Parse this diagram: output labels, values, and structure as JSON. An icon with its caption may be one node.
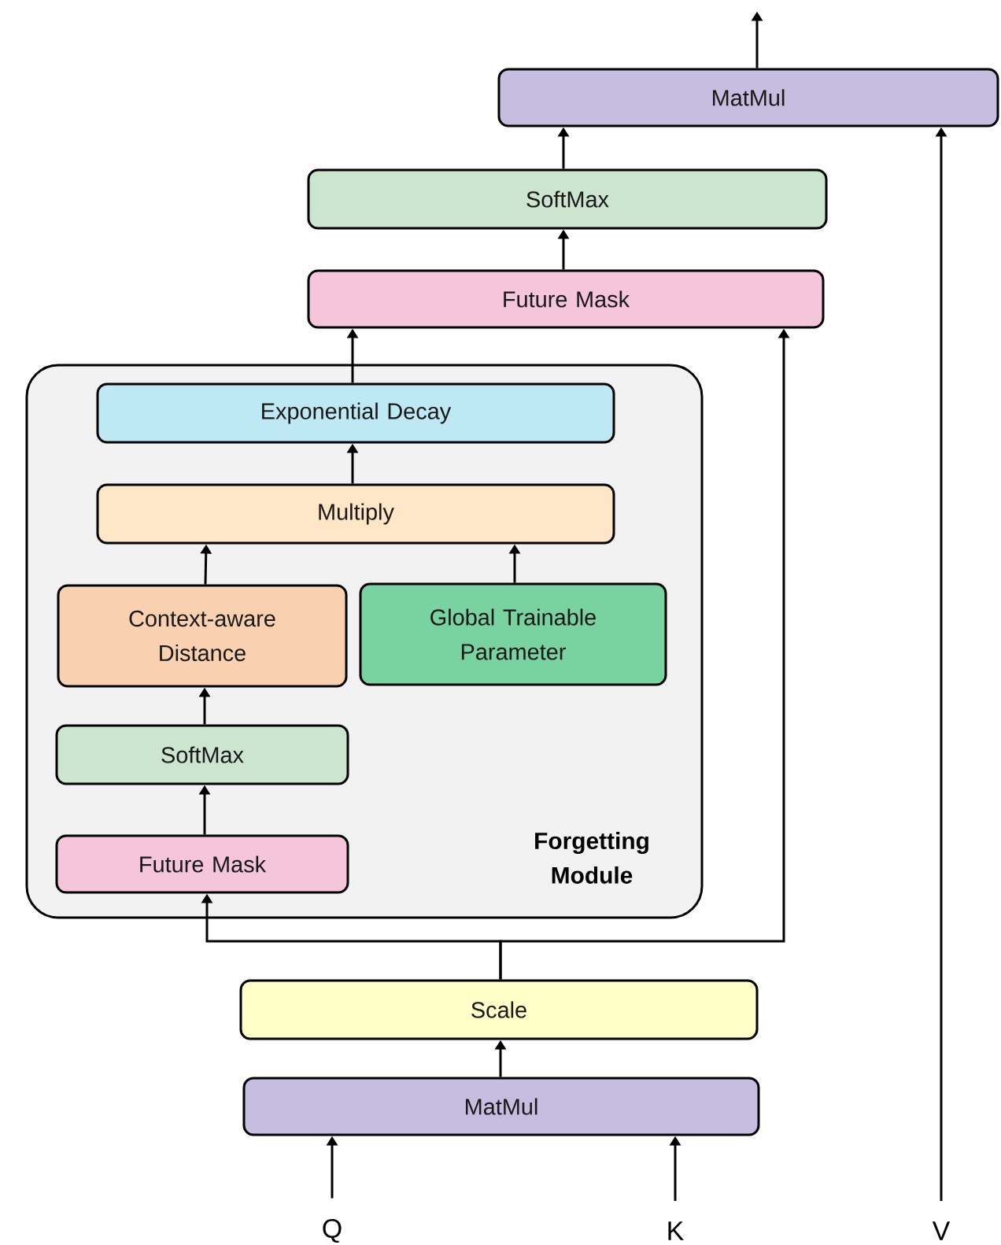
{
  "diagram": {
    "nodes": [
      {
        "text": [
          "MatMul"
        ]
      },
      {
        "text": [
          "SoftMax"
        ]
      },
      {
        "text": [
          "Future Mask"
        ]
      },
      {
        "text": [
          "Forgetting Module"
        ]
      },
      {
        "text": [
          "Exponential Decay"
        ],
        "in": 3
      },
      {
        "text": [
          "Multiply"
        ],
        "in": 3
      },
      {
        "text": [
          "Context-aware Distance"
        ],
        "in": 3
      },
      {
        "text": [
          "Global Trainable Parameter"
        ],
        "in": 3
      },
      {
        "text": [
          "SoftMax"
        ],
        "in": 3
      },
      {
        "text": [
          "Future Mask"
        ],
        "in": 3
      },
      {
        "text": [
          "Scale"
        ]
      },
      {
        "text": [
          "MatMul"
        ]
      },
      {
        "text": [
          "Q"
        ]
      },
      {
        "text": [
          "K"
        ]
      },
      {
        "text": [
          "V"
        ]
      }
    ],
    "edges": [
      {
        "from": 0,
        "to": null,
        "arrow": "to"
      },
      {
        "from": 1,
        "to": 0,
        "arrow": "to"
      },
      {
        "from": 2,
        "to": 1,
        "arrow": "to"
      },
      {
        "from": 4,
        "to": 2,
        "arrow": "to"
      },
      {
        "from": 5,
        "to": 4,
        "arrow": "to"
      },
      {
        "from": 6,
        "to": 5,
        "arrow": "to"
      },
      {
        "from": 7,
        "to": 5,
        "arrow": "to"
      },
      {
        "from": 8,
        "to": 6,
        "arrow": "to"
      },
      {
        "from": 9,
        "to": 8,
        "arrow": "to"
      },
      {
        "from": 10,
        "to": 9,
        "arrow": "to"
      },
      {
        "from": 10,
        "to": 2,
        "arrow": "to"
      },
      {
        "from": 11,
        "to": 10,
        "arrow": "to"
      },
      {
        "from": 12,
        "to": 11,
        "arrow": "to"
      },
      {
        "from": 13,
        "to": 11,
        "arrow": "to"
      },
      {
        "from": 14,
        "to": 0,
        "arrow": "to"
      }
    ]
  }
}
